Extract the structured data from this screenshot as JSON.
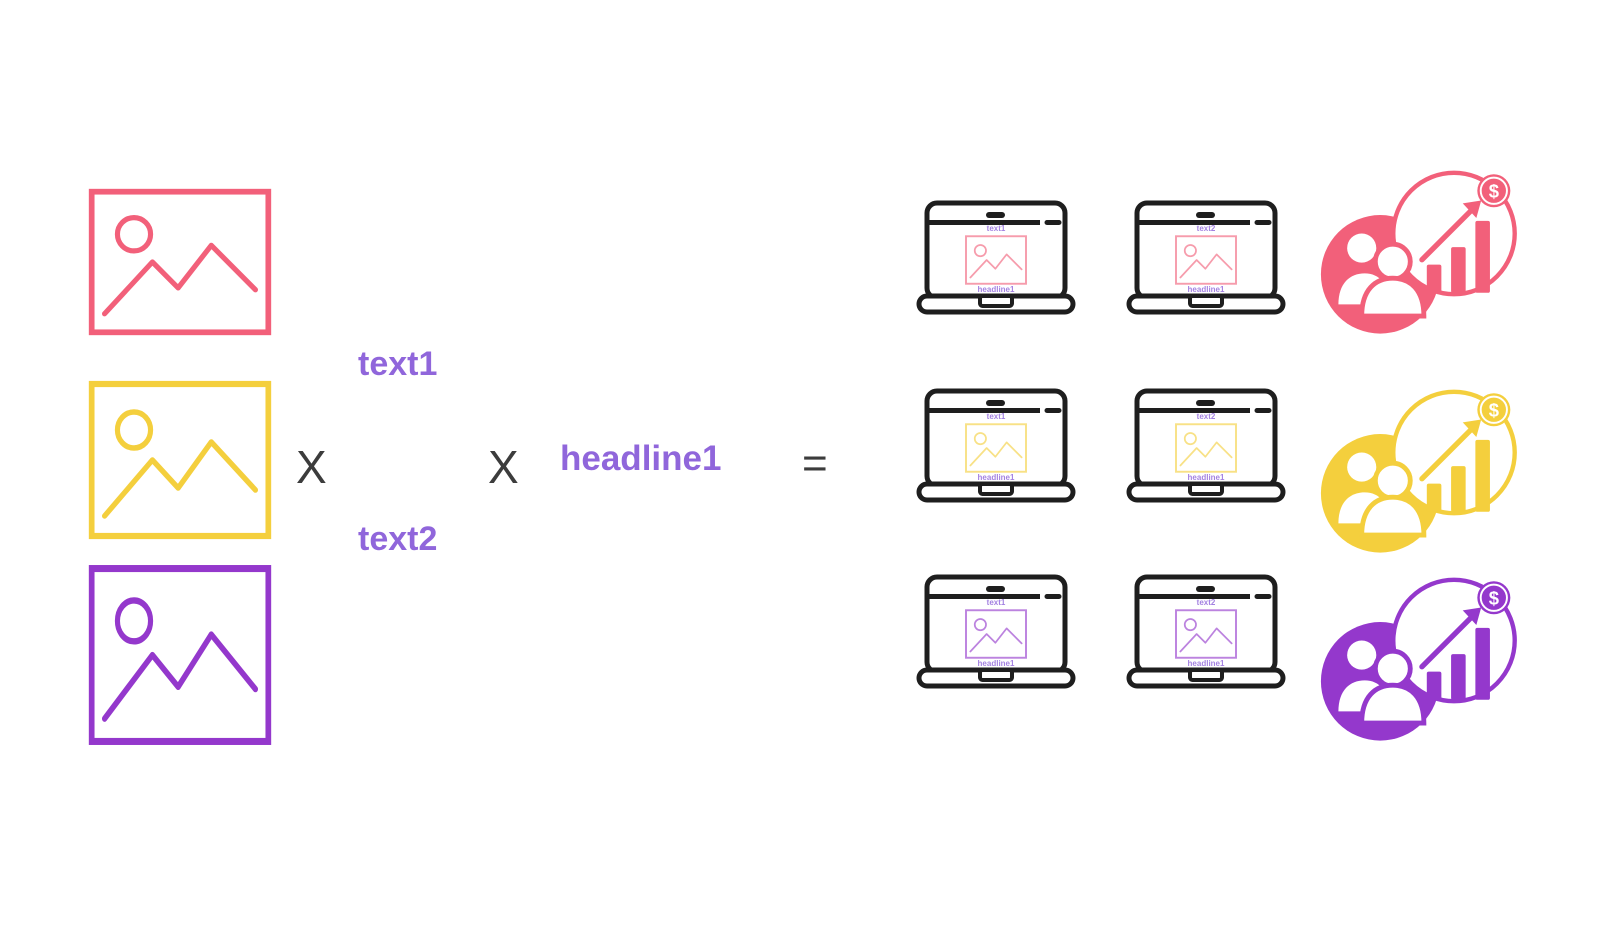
{
  "equation": {
    "times1": "X",
    "times2": "X",
    "equals": "=",
    "text1": "text1",
    "text2": "text2",
    "headline1": "headline1"
  },
  "results": {
    "rows": [
      {
        "variant": "pink",
        "laptops": [
          {
            "top_label": "text1",
            "bottom_label": "headline1"
          },
          {
            "top_label": "text2",
            "bottom_label": "headline1"
          }
        ]
      },
      {
        "variant": "yellow",
        "laptops": [
          {
            "top_label": "text1",
            "bottom_label": "headline1"
          },
          {
            "top_label": "text2",
            "bottom_label": "headline1"
          }
        ]
      },
      {
        "variant": "purple",
        "laptops": [
          {
            "top_label": "text1",
            "bottom_label": "headline1"
          },
          {
            "top_label": "text2",
            "bottom_label": "headline1"
          }
        ]
      }
    ]
  },
  "icons": {
    "dollar_sign": "$"
  },
  "colors": {
    "pink": "#F2607A",
    "yellow": "#F4CF3D",
    "purple": "#9438CC",
    "label": "#9066DB",
    "ink": "#1E1E1E",
    "operator": "#3C3C3C",
    "background": "#FFFFFF"
  }
}
